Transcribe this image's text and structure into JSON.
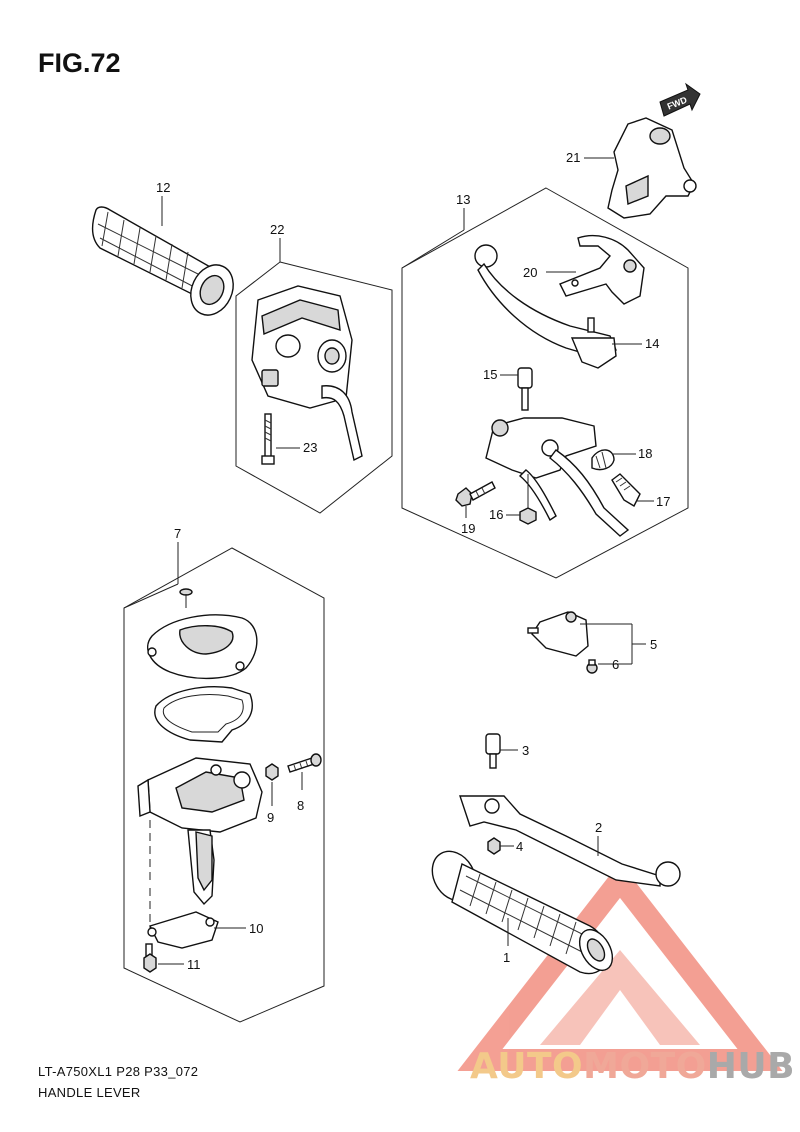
{
  "title": "FIG.72",
  "footer": {
    "code": "LT-A750XL1 P28 P33_072",
    "name": "HANDLE LEVER"
  },
  "fwd_label": "FWD",
  "watermark": {
    "part1": "AUTO",
    "part2": "MOTO",
    "part3": "HUB"
  },
  "callouts": {
    "c1": "1",
    "c2": "2",
    "c3": "3",
    "c4": "4",
    "c5": "5",
    "c6": "6",
    "c7": "7",
    "c8": "8",
    "c9": "9",
    "c10": "10",
    "c11": "11",
    "c12": "12",
    "c13": "13",
    "c14": "14",
    "c15": "15",
    "c16": "16",
    "c17": "17",
    "c18": "18",
    "c19": "19",
    "c20": "20",
    "c21": "21",
    "c22": "22",
    "c23": "23"
  },
  "colors": {
    "watermark_orange": "#f3c98a",
    "watermark_red": "#f0a898",
    "watermark_gray": "#a9a9a9",
    "logo_triangle": "#f08070"
  }
}
